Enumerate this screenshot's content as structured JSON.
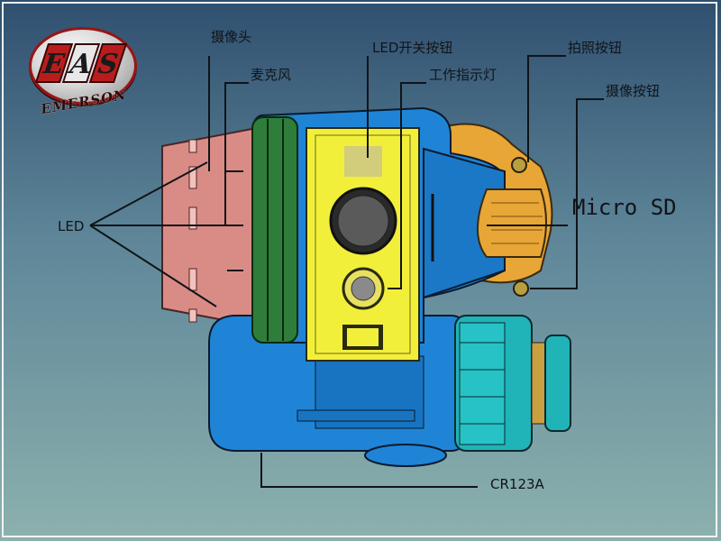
{
  "logo": {
    "letters": [
      "E",
      "A",
      "S"
    ],
    "wordmark": "EMERSON",
    "ring_color": "#9a1414"
  },
  "labels": {
    "camera": "摄像头",
    "microphone": "麦克风",
    "led_switch_button": "LED开关按钮",
    "indicator_light": "工作指示灯",
    "photo_button": "拍照按钮",
    "video_button": "摄像按钮",
    "led": "LED",
    "micro_sd": "Micro SD",
    "battery": "CR123A"
  },
  "colors": {
    "body_blue": "#1f84d6",
    "face_yellow": "#f2ef3a",
    "band_green": "#2f7d3a",
    "lamp_pink": "#d98c86",
    "sd_orange": "#e8a636",
    "knob_cyan": "#20b3b8",
    "leader_line": "#101418"
  }
}
